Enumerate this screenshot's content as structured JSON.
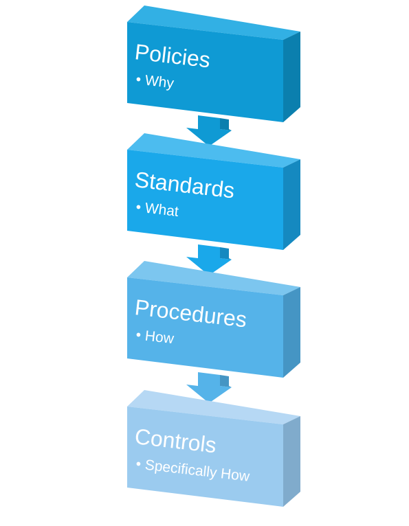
{
  "diagram": {
    "steps": [
      {
        "title": "Policies",
        "bullet": "Why",
        "color": "#0f9ad4",
        "side_color": "#0b7fae",
        "top_color": "#32b0e4"
      },
      {
        "title": "Standards",
        "bullet": "What",
        "color": "#1aa8ea",
        "side_color": "#1589c0",
        "top_color": "#4cbcef"
      },
      {
        "title": "Procedures",
        "bullet": "How",
        "color": "#55b3e9",
        "side_color": "#4595c4",
        "top_color": "#7cc6ef"
      },
      {
        "title": "Controls",
        "bullet": "Specifically How",
        "color": "#9bcbef",
        "side_color": "#80abcc",
        "top_color": "#b6d8f4"
      }
    ],
    "bullet_symbol": "•"
  }
}
